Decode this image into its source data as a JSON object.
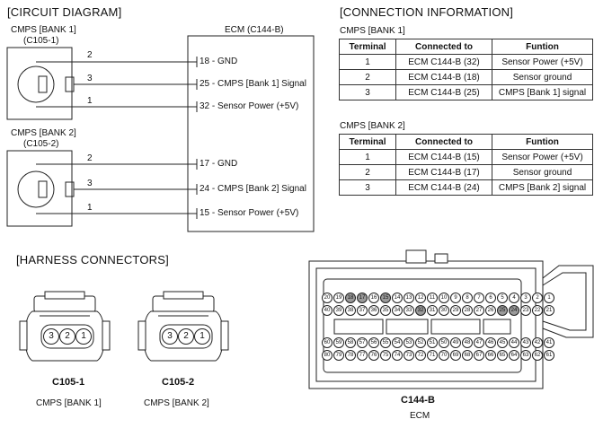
{
  "circuit": {
    "title": "[CIRCUIT DIAGRAM]",
    "ecm_label": "ECM (C144-B)",
    "sensor1": {
      "name": "CMPS [BANK 1]",
      "code": "(C105-1)"
    },
    "sensor2": {
      "name": "CMPS [BANK 2]",
      "code": "(C105-2)"
    },
    "pin_nums": [
      "2",
      "3",
      "1"
    ],
    "bank1_pins": [
      "18 - GND",
      "25 - CMPS [Bank 1] Signal",
      "32 - Sensor Power (+5V)"
    ],
    "bank2_pins": [
      "17 - GND",
      "24 - CMPS [Bank 2] Signal",
      "15 - Sensor Power (+5V)"
    ]
  },
  "connection": {
    "title": "[CONNECTION INFORMATION]",
    "headers": [
      "Terminal",
      "Connected to",
      "Funtion"
    ],
    "bank1": {
      "label": "CMPS [BANK 1]",
      "rows": [
        [
          "1",
          "ECM C144-B (32)",
          "Sensor Power (+5V)"
        ],
        [
          "2",
          "ECM C144-B (18)",
          "Sensor ground"
        ],
        [
          "3",
          "ECM C144-B (25)",
          "CMPS [Bank 1] signal"
        ]
      ]
    },
    "bank2": {
      "label": "CMPS [BANK 2]",
      "rows": [
        [
          "1",
          "ECM C144-B (15)",
          "Sensor Power (+5V)"
        ],
        [
          "2",
          "ECM C144-B (17)",
          "Sensor ground"
        ],
        [
          "3",
          "ECM C144-B (24)",
          "CMPS [Bank 2] signal"
        ]
      ]
    }
  },
  "harness": {
    "title": "[HARNESS CONNECTORS]",
    "c1051": {
      "code": "C105-1",
      "name": "CMPS [BANK 1]",
      "pins": [
        "3",
        "2",
        "1"
      ]
    },
    "c1052": {
      "code": "C105-2",
      "name": "CMPS [BANK 2]",
      "pins": [
        "3",
        "2",
        "1"
      ]
    },
    "c144b": {
      "code": "C144-B",
      "name": "ECM",
      "row1": [
        "20",
        "19",
        "18",
        "17",
        "16",
        "15",
        "14",
        "13",
        "12",
        "11",
        "10",
        "9",
        "8",
        "7",
        "6",
        "5",
        "4",
        "3",
        "2",
        "1"
      ],
      "row2": [
        "40",
        "39",
        "38",
        "37",
        "36",
        "35",
        "34",
        "33",
        "32",
        "31",
        "30",
        "29",
        "28",
        "27",
        "26",
        "25",
        "24",
        "23",
        "22",
        "21"
      ],
      "row3": [
        "60",
        "59",
        "58",
        "57",
        "56",
        "55",
        "54",
        "53",
        "52",
        "51",
        "50",
        "49",
        "48",
        "47",
        "46",
        "45",
        "44",
        "43",
        "42",
        "41"
      ],
      "row4": [
        "80",
        "79",
        "78",
        "77",
        "76",
        "75",
        "74",
        "73",
        "72",
        "71",
        "70",
        "69",
        "68",
        "67",
        "66",
        "65",
        "64",
        "63",
        "62",
        "61"
      ]
    }
  }
}
